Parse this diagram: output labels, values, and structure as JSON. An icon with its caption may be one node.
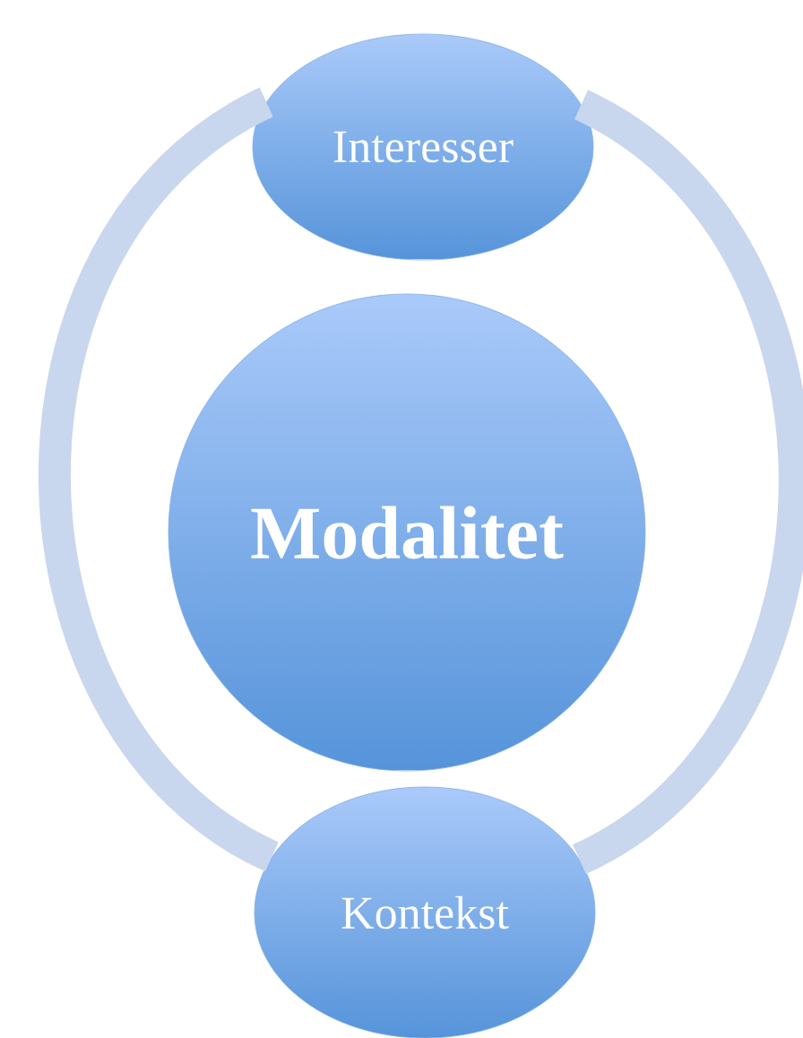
{
  "diagram": {
    "nodes": [
      {
        "text": [
          "Interesser"
        ]
      },
      {
        "text": [
          "Modalitet"
        ]
      },
      {
        "text": [
          "Kontekst"
        ]
      }
    ],
    "edges": [
      {
        "from": 0,
        "to": 2,
        "arrow": "none"
      },
      {
        "from": 0,
        "to": 2,
        "arrow": "none"
      }
    ]
  }
}
